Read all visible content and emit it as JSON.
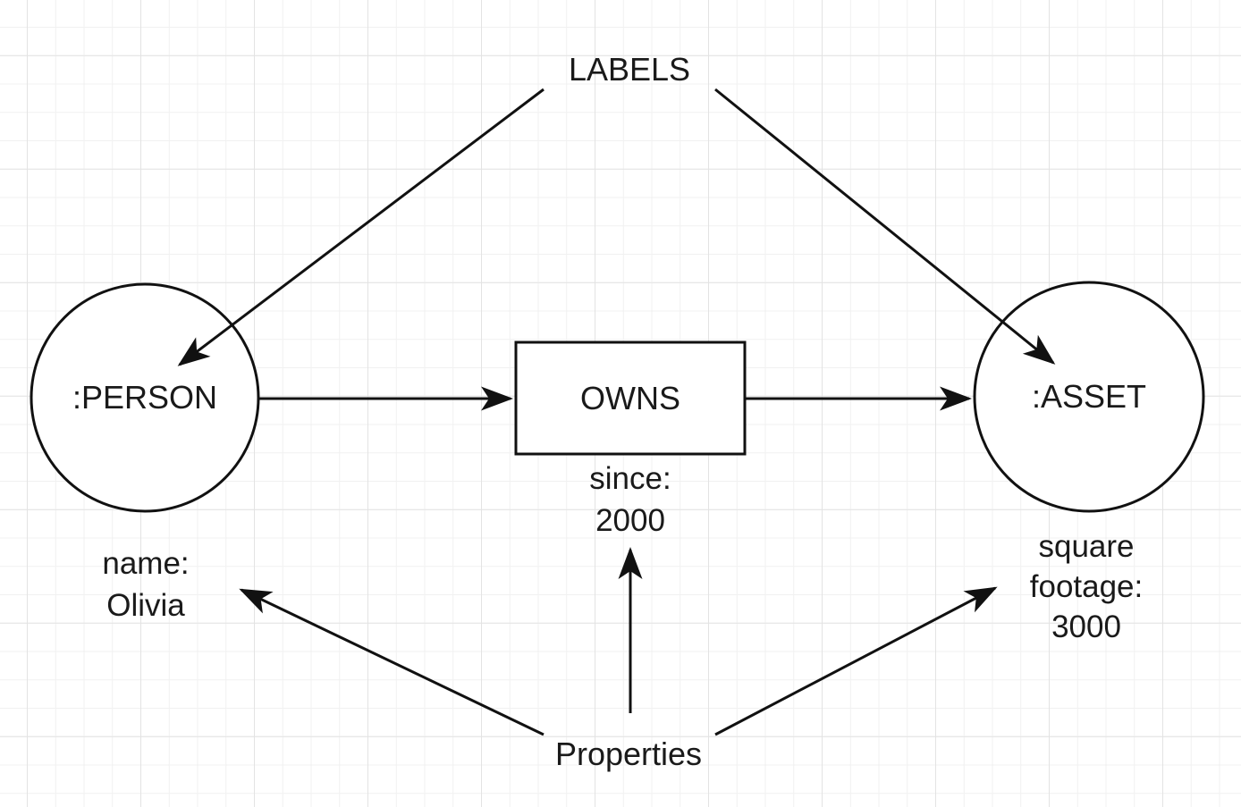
{
  "canvas": {
    "colors": {
      "stroke": "#111111",
      "background": "#ffffff",
      "grid_minor": "#f1f1f1",
      "grid_major": "#e3e3e3"
    }
  },
  "annotations": {
    "labels": "LABELS",
    "properties": "Properties"
  },
  "nodes": {
    "person": {
      "label": ":PERSON",
      "property_lines": [
        "name:",
        "Olivia"
      ]
    },
    "asset": {
      "label": ":ASSET",
      "property_lines": [
        "square",
        "footage:",
        "3000"
      ]
    }
  },
  "relationship": {
    "label": "OWNS",
    "property_lines": [
      "since:",
      "2000"
    ]
  }
}
